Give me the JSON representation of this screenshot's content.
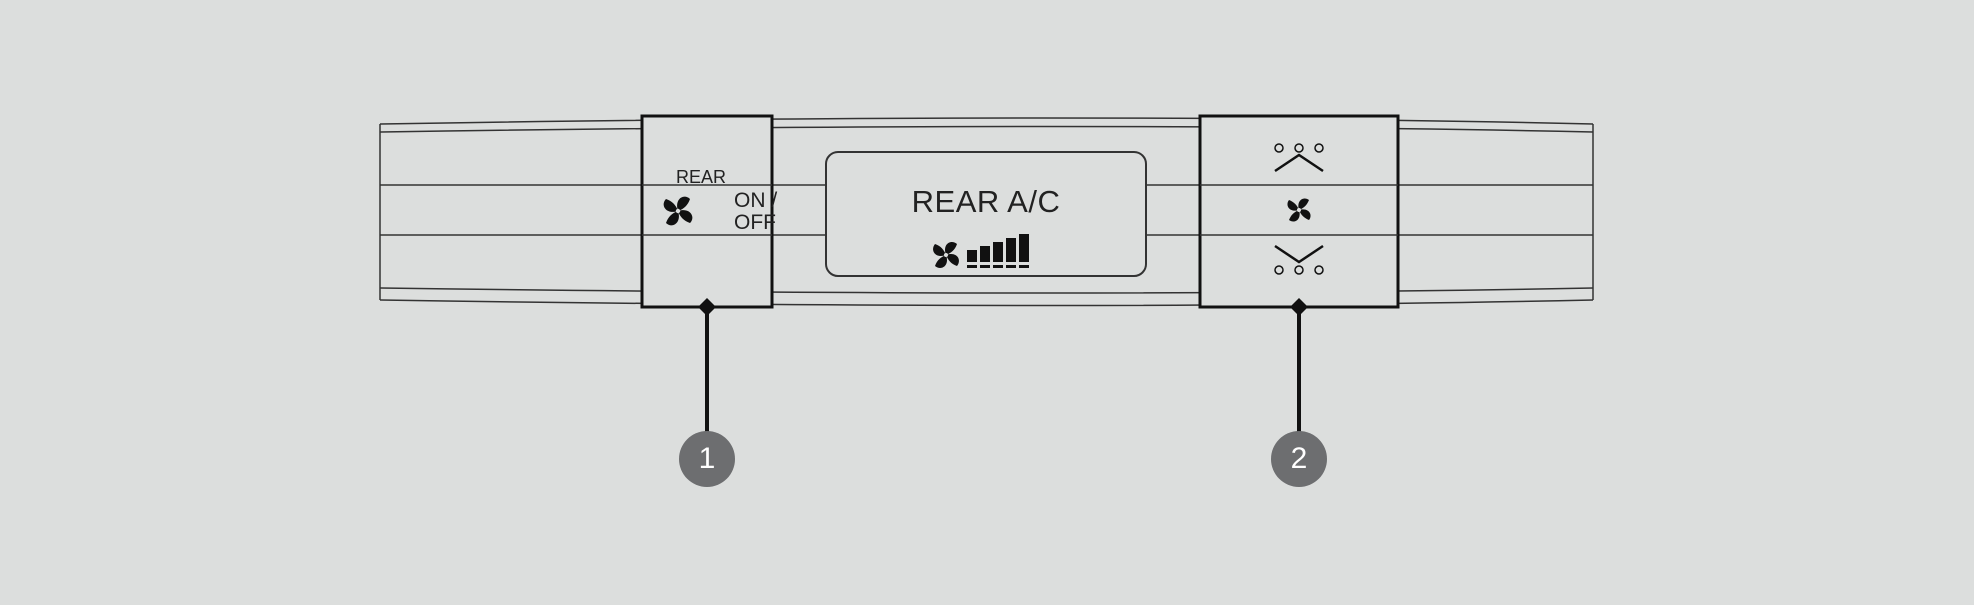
{
  "panel": {
    "power_button": {
      "label_top": "REAR",
      "label_on": "ON /",
      "label_off": "OFF",
      "icon": "fan-icon"
    },
    "display": {
      "title": "REAR A/C",
      "fan_icon": "fan-icon",
      "fan_level_bars": 5
    },
    "fan_speed_buttons": {
      "up_icon": "chevron-up-icon",
      "center_icon": "fan-icon",
      "down_icon": "chevron-down-icon"
    }
  },
  "callouts": [
    "1",
    "2"
  ],
  "colors": {
    "background": "#dcdedd",
    "line": "#222222",
    "callout": "#6d6e70"
  }
}
